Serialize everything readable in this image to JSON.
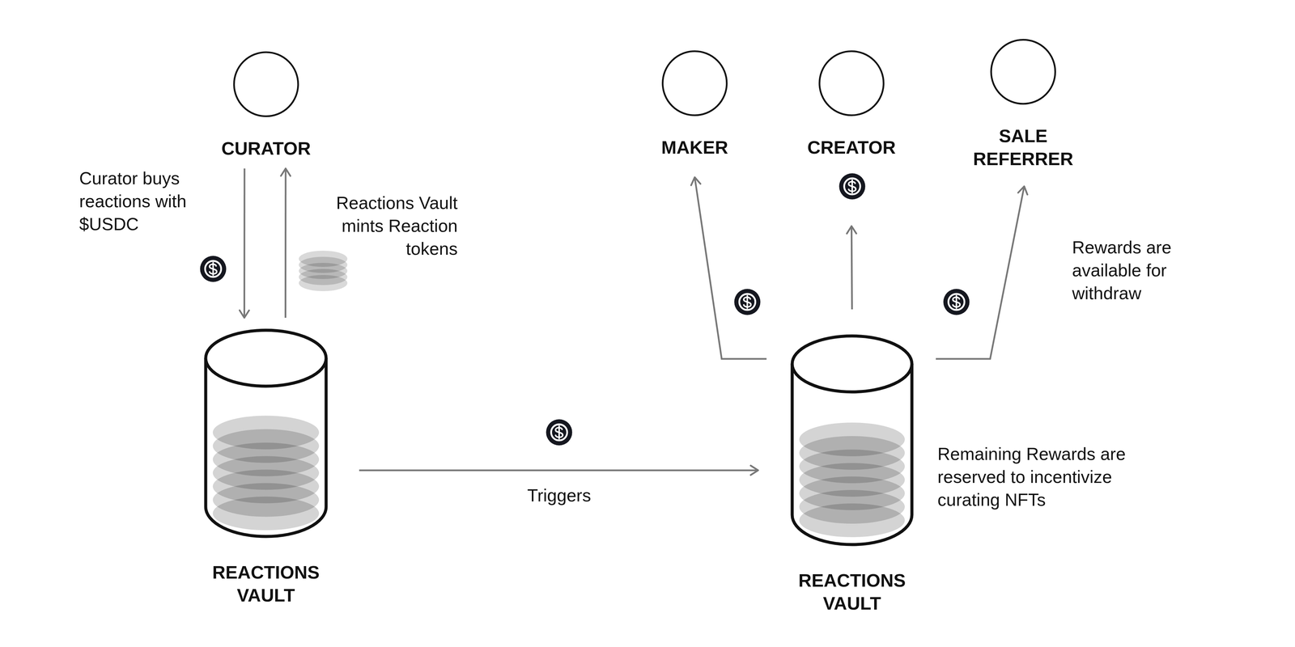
{
  "diagram": {
    "nodes": [
      {
        "text": [
          "CURATOR"
        ]
      },
      {
        "text": [
          "REACTIONS VAULT"
        ]
      },
      {
        "text": [
          "MAKER"
        ]
      },
      {
        "text": [
          "CREATOR"
        ]
      },
      {
        "text": [
          "SALE REFERRER"
        ]
      },
      {
        "text": [
          "REACTIONS VAULT"
        ]
      }
    ],
    "edges": [
      {
        "from": 0,
        "to": 1,
        "arrow": "to",
        "label": "Curator buys reactions with $USDC"
      },
      {
        "from": 1,
        "to": 0,
        "arrow": "to",
        "label": "Reactions Vault mints Reaction tokens"
      },
      {
        "from": 1,
        "to": 5,
        "arrow": "to",
        "label": "Triggers"
      },
      {
        "from": 5,
        "to": 2,
        "arrow": "to"
      },
      {
        "from": 5,
        "to": 3,
        "arrow": "to"
      },
      {
        "from": 5,
        "to": 4,
        "arrow": "to"
      }
    ],
    "labels": [
      "Rewards are available for withdraw",
      "Remaining Rewards are reserved to incentivize curating NFTs"
    ]
  }
}
